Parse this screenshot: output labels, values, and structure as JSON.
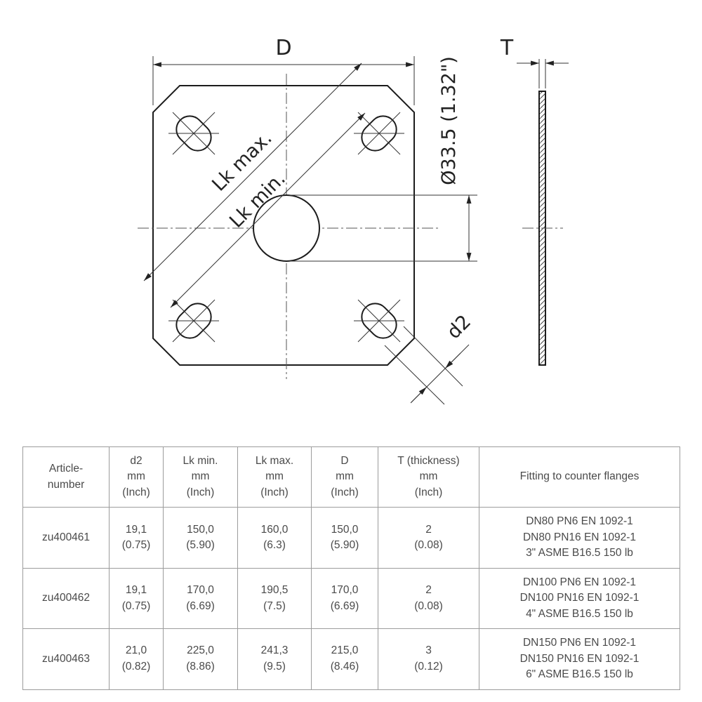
{
  "drawing": {
    "labels": {
      "width_d": "D",
      "lk_max": "Lk max.",
      "lk_min": "Lk min.",
      "center_hole_diameter": "Ø33.5 (1.32\")",
      "slot_width_d2": "d2",
      "thickness_t": "T"
    }
  },
  "table": {
    "headers": [
      "Article-\nnumber",
      "d2\nmm\n(Inch)",
      "Lk min.\nmm\n(Inch)",
      "Lk max.\nmm\n(Inch)",
      "D\nmm\n(Inch)",
      "T (thickness)\nmm\n(Inch)",
      "Fitting to counter flanges"
    ],
    "rows": [
      [
        "zu400461",
        "19,1\n(0.75)",
        "150,0\n(5.90)",
        "160,0\n(6.3)",
        "150,0\n(5.90)",
        "2\n(0.08)",
        "DN80 PN6 EN 1092-1\nDN80 PN16 EN 1092-1\n3\" ASME B16.5 150 lb"
      ],
      [
        "zu400462",
        "19,1\n(0.75)",
        "170,0\n(6.69)",
        "190,5\n(7.5)",
        "170,0\n(6.69)",
        "2\n(0.08)",
        "DN100 PN6 EN 1092-1\nDN100 PN16 EN 1092-1\n4\" ASME B16.5 150 lb"
      ],
      [
        "zu400463",
        "21,0\n(0.82)",
        "225,0\n(8.86)",
        "241,3\n(9.5)",
        "215,0\n(8.46)",
        "3\n(0.12)",
        "DN150 PN6 EN 1092-1\nDN150 PN16 EN 1092-1\n6\" ASME B16.5 150 lb"
      ]
    ]
  }
}
